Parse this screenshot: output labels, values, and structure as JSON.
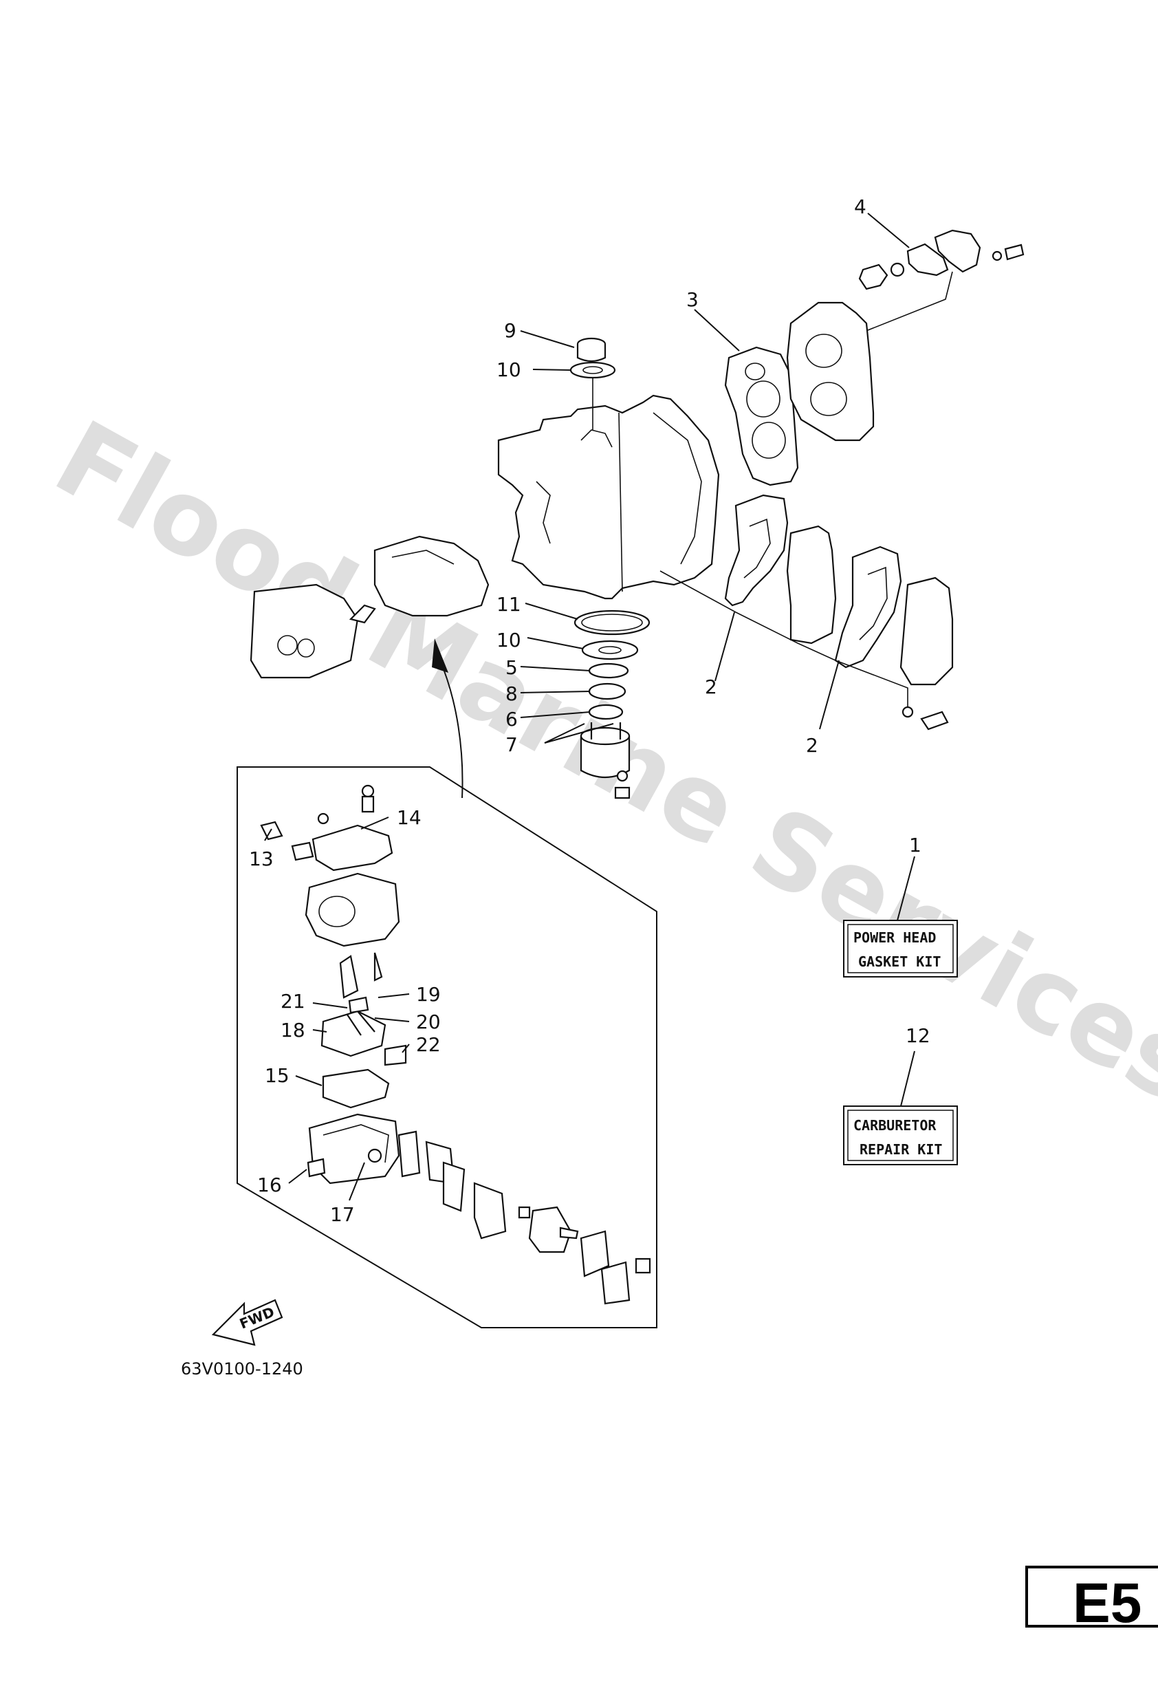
{
  "watermark": "Flood Marine Services",
  "callouts": {
    "c1": "1",
    "c2a": "2",
    "c2b": "2",
    "c3": "3",
    "c4": "4",
    "c5": "5",
    "c6": "6",
    "c7": "7",
    "c8": "8",
    "c9": "9",
    "c10a": "10",
    "c10b": "10",
    "c11": "11",
    "c12": "12",
    "c13": "13",
    "c14": "14",
    "c15": "15",
    "c16": "16",
    "c17": "17",
    "c18": "18",
    "c19": "19",
    "c20": "20",
    "c21": "21",
    "c22": "22"
  },
  "kits": {
    "power_head_line1": "POWER HEAD",
    "power_head_line2": "GASKET KIT",
    "carburetor_line1": "CARBURETOR",
    "carburetor_line2": "REPAIR KIT"
  },
  "fwd_label": "FWD",
  "drawing_code": "63V0100-1240",
  "page_tab": "E5"
}
